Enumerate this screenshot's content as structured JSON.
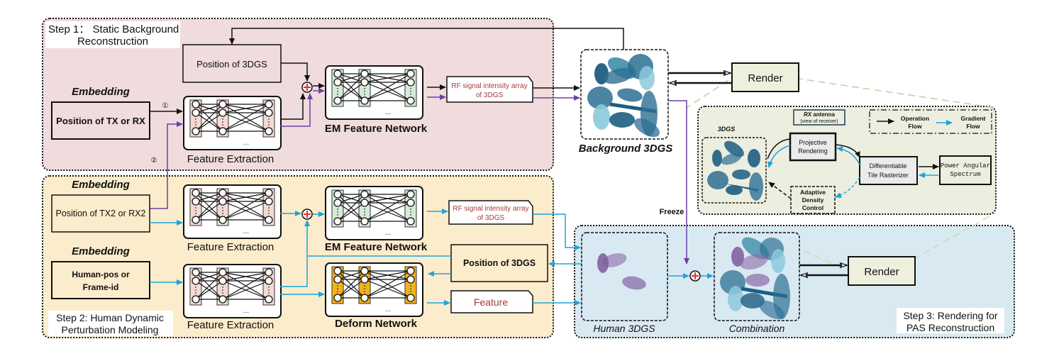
{
  "colors": {
    "step1_bg": "#f0dcdc",
    "step2_bg": "#fbeccb",
    "step3_bg": "#d9e9f2",
    "detail_bg": "#eceee0",
    "render_box": "#eef0de",
    "purple_arrow": "#6e3fa3",
    "blue_arrow": "#1ea3dc",
    "black_arrow": "#111111",
    "layer_green": "#d5ebd8",
    "layer_pink": "#f4d9d2",
    "layer_orange": "#f2b319",
    "gaussian_blue": "#2d6f93",
    "gaussian_light": "#8cc9dc",
    "gaussian_purple": "#8a6aa8",
    "sum_red": "#e53030"
  },
  "step1": {
    "title_line1": "Step 1： Static Background",
    "title_line2": "Reconstruction",
    "position_3dgs": "Position of 3DGS",
    "embedding_label": "Embedding",
    "input_box": "Position of TX or RX",
    "marker_1": "①",
    "marker_2": "②",
    "feature_extraction_label": "Feature Extraction",
    "em_network_label": "EM Feature Network",
    "rf_output_line1": "RF signal intensity array",
    "rf_output_line2": "of 3DGS",
    "background_label": "Background 3DGS",
    "render_label": "Render"
  },
  "step2": {
    "title_line1": "Step 2:  Human Dynamic",
    "title_line2": "Perturbation Modeling",
    "embedding_label_1": "Embedding",
    "input_box_1": "Position of TX2 or RX2",
    "embedding_label_2": "Embedding",
    "input_box_2_line1": "Human-pos or",
    "input_box_2_line2": "Frame-id",
    "feature_extraction_label_1": "Feature Extraction",
    "feature_extraction_label_2": "Feature Extraction",
    "em_network_label": "EM Feature Network",
    "deform_network_label": "Deform Network",
    "rf_output_line1": "RF signal intensity array",
    "rf_output_line2": "of 3DGS",
    "position_3dgs": "Position of 3DGS",
    "feature_output": "Feature"
  },
  "step3": {
    "title_line1": "Step 3:  Rendering for",
    "title_line2": "PAS Reconstruction",
    "freeze_label": "Freeze",
    "human_label": "Human 3DGS",
    "combination_label": "Combination",
    "render_label": "Render"
  },
  "detail": {
    "gs_label": "3DGS",
    "rx_antenna_title": "RX",
    "rx_antenna_suffix": " antenna",
    "rx_antenna_sub": "(view of receiver)",
    "projective_line1": "Projective",
    "projective_line2": "Rendering",
    "rasterizer_line1": "Differentiable",
    "rasterizer_line2": "Tile Rasterizer",
    "pas_line1": "Power  Angular",
    "pas_line2": "Spectrum",
    "adc_line1": "Adaptive",
    "adc_line2": "Density",
    "adc_line3": "Control",
    "legend_operation_line1": "Operation",
    "legend_operation_line2": "Flow",
    "legend_gradient_line1": "Gradient",
    "legend_gradient_line2": "Flow"
  },
  "network_ellipsis": "..."
}
